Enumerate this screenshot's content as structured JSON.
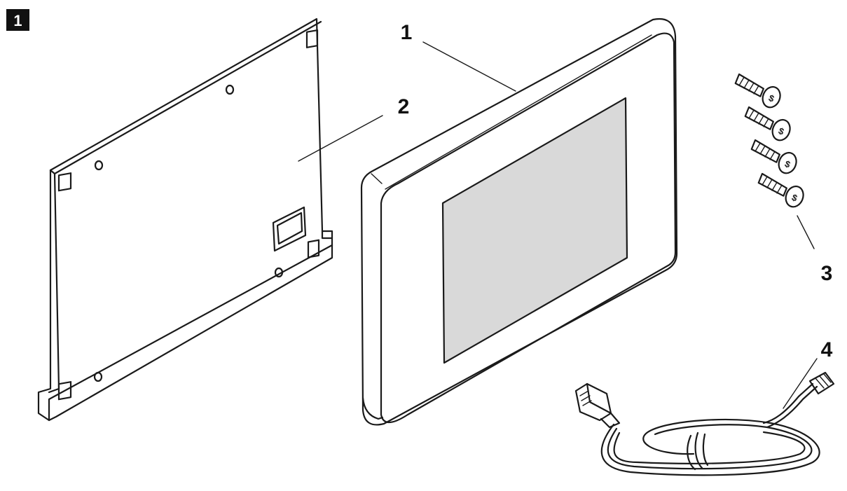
{
  "step": {
    "number": "1"
  },
  "callouts": [
    {
      "id": "display-unit",
      "label": "1"
    },
    {
      "id": "mounting-plate",
      "label": "2"
    },
    {
      "id": "screws",
      "label": "3"
    },
    {
      "id": "cable",
      "label": "4"
    }
  ],
  "colors": {
    "stroke": "#1a1a1a",
    "screen": "#d9d9d9",
    "badge": "#111111",
    "background": "#ffffff"
  }
}
